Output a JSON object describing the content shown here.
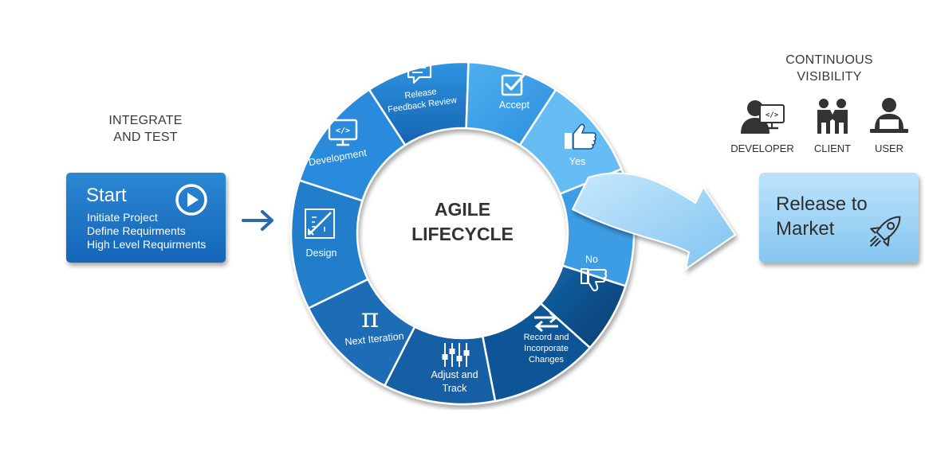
{
  "integrate": {
    "line1": "INTEGRATE",
    "line2": "AND TEST"
  },
  "start": {
    "title": "Start",
    "lines": [
      "Initiate Project",
      "Define Requirments",
      "High Level Requirments"
    ]
  },
  "cycle": {
    "center_line1": "AGILE",
    "center_line2": "LIFECYCLE",
    "segments": {
      "release_feedback_review": {
        "line1": "Release",
        "line2": "Feedback Review"
      },
      "accept": "Accept",
      "yes": "Yes",
      "no": "No",
      "record_changes": {
        "line1": "Record and",
        "line2": "Incorporate",
        "line3": "Changes"
      },
      "adjust_track": {
        "line1": "Adjust and",
        "line2": "Track"
      },
      "next_iteration": "Next Iteration",
      "design": "Design",
      "development": "Development"
    }
  },
  "continuous": {
    "line1": "CONTINUOUS",
    "line2": "VISIBILITY"
  },
  "personas": {
    "developer": "DEVELOPER",
    "client": "CLIENT",
    "user": "USER"
  },
  "release": {
    "line1": "Release to",
    "line2": "Market"
  },
  "colors": {
    "start_blue": "#1a6fc2",
    "ring_dark": "#0b4d8c",
    "ring_mid": "#1e7fd0",
    "ring_light": "#5ab5f0",
    "release_light": "#a9d8f8",
    "text_dark": "#333333"
  },
  "icons": [
    "play-icon",
    "right-arrow-icon",
    "chat-icon",
    "checkbox-icon",
    "thumbs-up-icon",
    "thumbs-down-icon",
    "swap-arrows-icon",
    "sliders-icon",
    "pi-icon",
    "ruler-pencil-icon",
    "code-monitor-icon",
    "developer-icon",
    "handshake-icon",
    "user-laptop-icon",
    "rocket-icon"
  ]
}
